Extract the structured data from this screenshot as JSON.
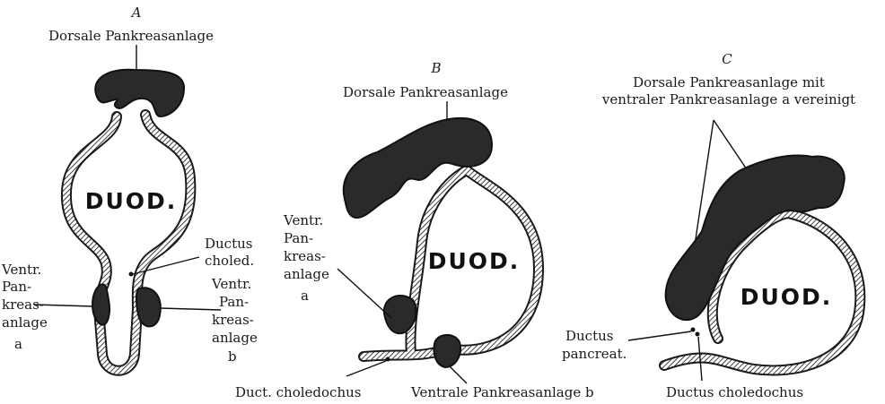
{
  "panels": {
    "A": {
      "letter": "A",
      "dorsal_label": "Dorsale Pankreasanlage",
      "lumen_label": "DUOD.",
      "ventral_a_label": [
        "Ventr.",
        "Pan-",
        "kreas-",
        "anlage",
        "a"
      ],
      "ductus_label": [
        "Ductus",
        "choled."
      ],
      "ventral_b_label": [
        "Ventr.",
        "Pan-",
        "kreas-",
        "anlage",
        "b"
      ]
    },
    "B": {
      "letter": "B",
      "dorsal_label": "Dorsale Pankreasanlage",
      "lumen_label": "DUOD.",
      "ventral_a_label": [
        "Ventr.",
        "Pan-",
        "kreas-",
        "anlage",
        "a"
      ],
      "ductus_label": "Duct. choledochus",
      "ventral_b_label": "Ventrale Pankreasanlage b"
    },
    "C": {
      "letter": "C",
      "dorsal_label": [
        "Dorsale Pankreasanlage mit",
        "ventraler Pankreasanlage a vereinigt"
      ],
      "lumen_label": "DUOD.",
      "pancreat_label": [
        "Ductus",
        "pancreat."
      ],
      "ductus_label": "Ductus choledochus"
    }
  }
}
